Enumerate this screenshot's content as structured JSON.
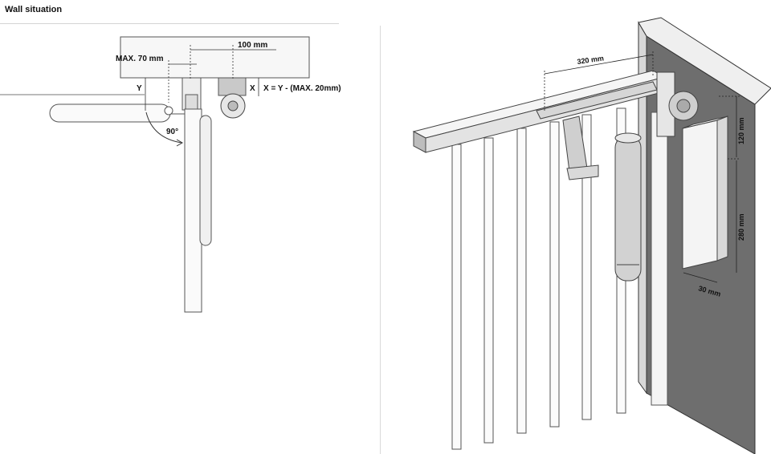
{
  "plan": {
    "title": "Wall situation",
    "labels": {
      "width_100": "100 mm",
      "max_70": "MAX. 70 mm",
      "y": "Y",
      "x": "X",
      "formula": "X = Y - (MAX. 20mm)",
      "angle": "90°"
    }
  },
  "iso": {
    "labels": {
      "length_320": "320 mm",
      "height_120": "120 mm",
      "height_280": "280 mm",
      "depth_30": "30 mm"
    }
  }
}
